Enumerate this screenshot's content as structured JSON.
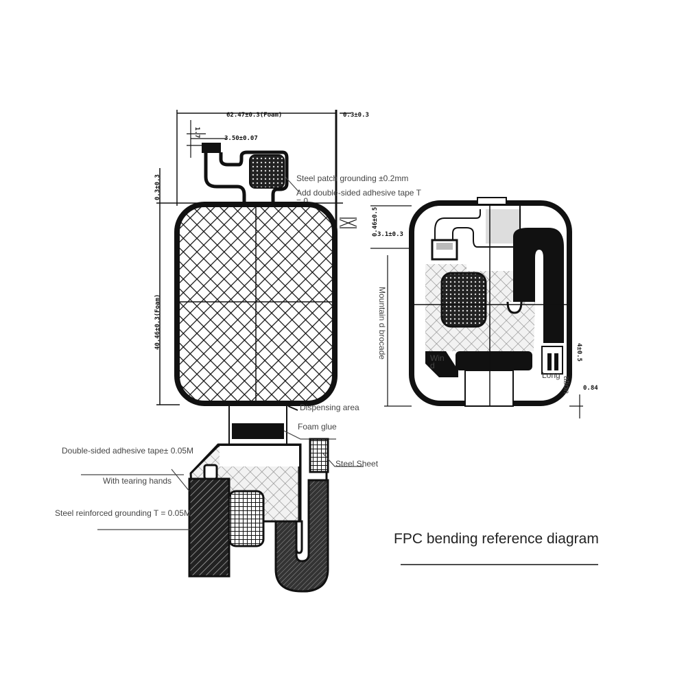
{
  "title": "FPC bending reference diagram",
  "left_view": {
    "dim_width": "62.47±0.3(Foam)",
    "dim_gap_right": "0.3±0.3",
    "dim_small_vertical": "1.7",
    "dim_connector": "3.50±0.07",
    "dim_gap_top": "0.3±0.3",
    "dim_height": "40.46±0.3(Foam)",
    "label_steel_patch": "Steel patch grounding ±0.2mm",
    "label_add_tape": "Add double-sided adhesive tape T",
    "label_add_tape_value": "= 0",
    "label_dispensing": "Dispensing area",
    "label_foam_glue": "Foam glue",
    "label_double_tape": "Double-sided adhesive tape± 0.05M",
    "label_tearing": "With tearing hands",
    "label_steel_reinforced": "Steel reinforced grounding T = 0.05M",
    "label_steel_sheet": "Steel Sheet"
  },
  "right_view": {
    "dim_top": "0.46±0.5",
    "dim_offset": "3.1±0.3",
    "label_mountain": "Mountain d brocade",
    "label_win": "Win",
    "label_win2": "d",
    "label_long": "Long",
    "label_ation": "ation",
    "dim_right": "4±0.5",
    "dim_bottom": "0.84"
  }
}
